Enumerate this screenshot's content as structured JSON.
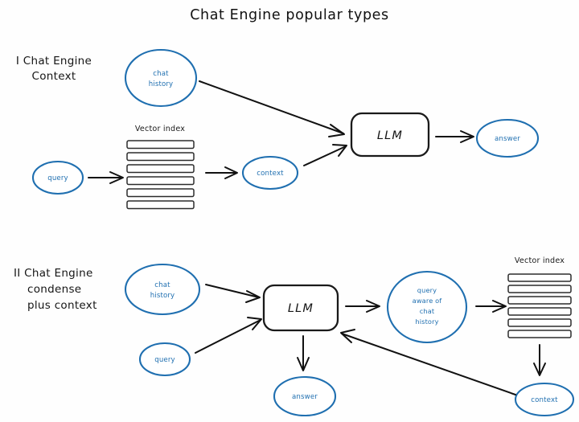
{
  "page": {
    "title": "Chat Engine popular types",
    "background": "#fefefe",
    "accent_blue": "#1f6fb0",
    "ink_black": "#111111"
  },
  "sections": [
    {
      "id": "context",
      "label_lines": [
        "I Chat Engine",
        "Context"
      ],
      "vector_index_label": "Vector index",
      "vector_index_bars": 6,
      "nodes": {
        "chat_history": "chat\nhistory",
        "chat_history_line1": "chat",
        "chat_history_line2": "history",
        "query": "query",
        "context": "context",
        "llm": "LLM",
        "answer": "answer"
      }
    },
    {
      "id": "condense-plus-context",
      "label_lines": [
        "II Chat Engine",
        "condense",
        "plus context"
      ],
      "vector_index_label": "Vector index",
      "vector_index_bars": 6,
      "nodes": {
        "chat_history_line1": "chat",
        "chat_history_line2": "history",
        "query": "query",
        "llm": "LLM",
        "answer": "answer",
        "context": "context",
        "query_aware_line1": "query",
        "query_aware_line2": "aware of",
        "query_aware_line3": "chat",
        "query_aware_line4": "history"
      }
    }
  ]
}
